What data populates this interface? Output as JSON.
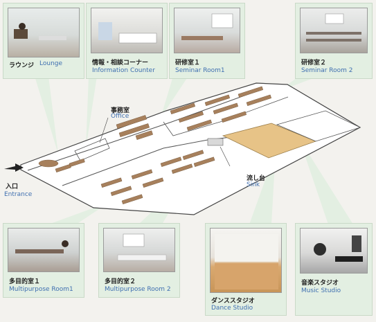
{
  "rooms": {
    "lounge": {
      "jp": "ラウンジ",
      "en": "Lounge"
    },
    "info_counter": {
      "jp": "情報・相談コーナー",
      "en": "Information Counter"
    },
    "seminar1": {
      "jp": "研修室１",
      "en": "Seminar Room1"
    },
    "seminar2": {
      "jp": "研修室２",
      "en": "Seminar Room 2"
    },
    "multi1": {
      "jp": "多目的室１",
      "en": "Multipurpose Room1"
    },
    "multi2": {
      "jp": "多目的室２",
      "en": "Multipurpose Room 2"
    },
    "dance": {
      "jp": "ダンススタジオ",
      "en": "Dance Studio"
    },
    "music": {
      "jp": "音楽スタジオ",
      "en": "Music Studio"
    }
  },
  "map_labels": {
    "office": {
      "jp": "事務室",
      "en": "Office"
    },
    "sink": {
      "jp": "流し台",
      "en": "Sink"
    },
    "entrance": {
      "jp": "入口",
      "en": "Entrance"
    }
  },
  "colors": {
    "panel_bg": "#e3efe2",
    "label_blue": "#3f6fb0",
    "dance_floor": "#e7c387"
  }
}
